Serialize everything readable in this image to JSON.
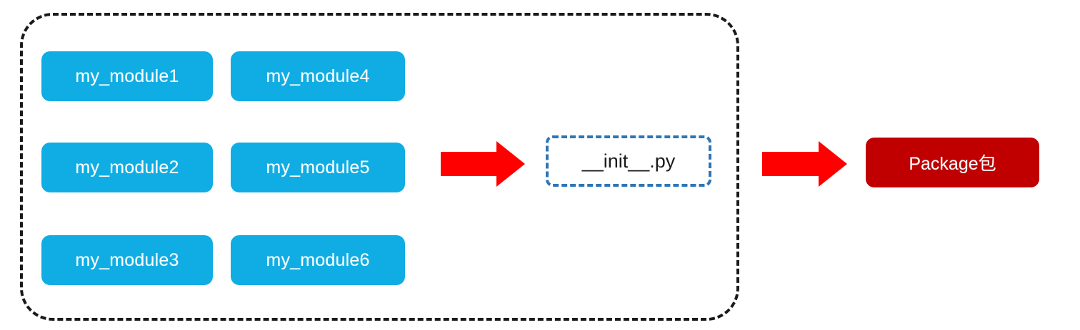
{
  "diagram": {
    "title": "Python package composition diagram",
    "colors": {
      "module_blue": "#0FADE3",
      "init_dashed_blue": "#2E75B6",
      "arrow_red": "#FF0000",
      "package_red": "#C00000",
      "group_border_black": "#1A1A1A"
    },
    "group": {
      "label": "module-group-container",
      "border_style": "dashed"
    },
    "modules": [
      {
        "label": "my_module1",
        "column": 1,
        "row": 1
      },
      {
        "label": "my_module2",
        "column": 1,
        "row": 2
      },
      {
        "label": "my_module3",
        "column": 1,
        "row": 3
      },
      {
        "label": "my_module4",
        "column": 2,
        "row": 1
      },
      {
        "label": "my_module5",
        "column": 2,
        "row": 2
      },
      {
        "label": "my_module6",
        "column": 2,
        "row": 3
      }
    ],
    "init_file": {
      "label": "__init__.py",
      "border_style": "dashed"
    },
    "arrows": [
      {
        "name": "arrow-modules-to-init",
        "direction": "right"
      },
      {
        "name": "arrow-init-to-package",
        "direction": "right"
      }
    ],
    "package": {
      "label": "Package包"
    }
  }
}
